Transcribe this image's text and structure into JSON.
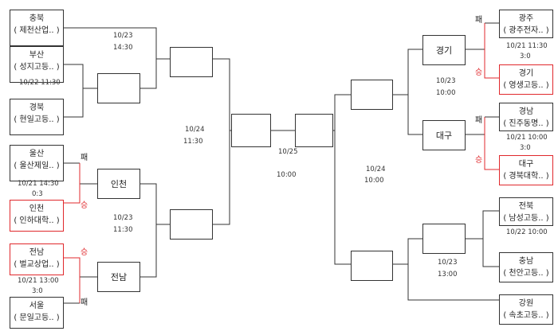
{
  "left": {
    "teams": [
      {
        "region": "충북",
        "school": "( 제천산업.. )"
      },
      {
        "region": "부산",
        "school": "( 성지고등.. )"
      },
      {
        "region": "경북",
        "school": "( 현일고등.. )"
      },
      {
        "region": "울산",
        "school": "( 울산제일.. )"
      },
      {
        "region": "인천",
        "school": "( 인하대학.. )"
      },
      {
        "region": "전남",
        "school": "( 벌교상업.. )"
      },
      {
        "region": "서울",
        "school": "( 문일고등.. )"
      }
    ],
    "r2_slot_bottom_top": "인천",
    "r2_slot_bottom_bottom": "전남",
    "notes": {
      "busan_date": "10/22  11:30",
      "ulsan_date": "10/21   14:30",
      "ulsan_score": "0:3",
      "jeonnam_date": "10/21   13:00",
      "jeonnam_score": "3:0",
      "top_qf_date": "10/23",
      "top_qf_time": "14:30",
      "bottom_qf_date": "10/23",
      "bottom_qf_time": "11:30",
      "semi_date": "10/24",
      "semi_time": "11:30"
    }
  },
  "final": {
    "date": "10/25",
    "time": "10:00"
  },
  "right": {
    "teams": [
      {
        "region": "광주",
        "school": "( 광주전자.. )"
      },
      {
        "region": "경기",
        "school": "( 영생고등.. )"
      },
      {
        "region": "경남",
        "school": "( 진주동명.. )"
      },
      {
        "region": "대구",
        "school": "( 경북대학.. )"
      },
      {
        "region": "전북",
        "school": "( 남성고등.. )"
      },
      {
        "region": "충남",
        "school": "( 천안고등.. )"
      },
      {
        "region": "강원",
        "school": "( 속초고등.. )"
      }
    ],
    "r2_slot_top_top": "경기",
    "r2_slot_top_bottom": "대구",
    "notes": {
      "gwangju_date": "10/21   11:30",
      "gwangju_score": "3:0",
      "gyeongnam_date": "10/21   10:00",
      "gyeongnam_score": "3:0",
      "jeonbuk_date": "10/22   10:00",
      "top_qf_date": "10/23",
      "top_qf_time": "10:00",
      "bottom_qf_date": "10/23",
      "bottom_qf_time": "13:00",
      "semi_date": "10/24",
      "semi_time": "10:00"
    }
  },
  "labels": {
    "win": "승",
    "lose": "패"
  },
  "colors": {
    "line": "#333333",
    "winner": "#e0282c"
  }
}
